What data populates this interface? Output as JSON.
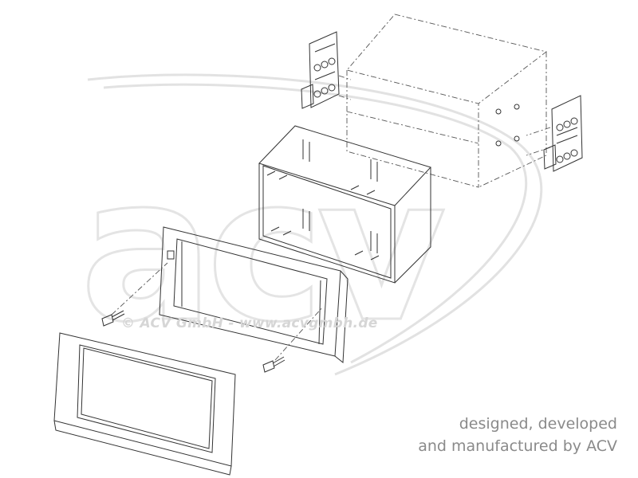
{
  "watermark": {
    "logo_text": "acv",
    "copyright": "© ACV GmbH - www.acvgmbh.de"
  },
  "tagline": {
    "line1": "designed, developed",
    "line2": "and manufactured by ACV"
  },
  "parts": [
    "radio-unit-outline",
    "side-bracket-left",
    "side-bracket-right",
    "mounting-cage",
    "mounting-frame",
    "fascia-panel",
    "screw-left",
    "screw-right"
  ],
  "colors": {
    "line": "#333333",
    "watermark": "#e2e2e2",
    "tagline": "#8a8a8a"
  }
}
